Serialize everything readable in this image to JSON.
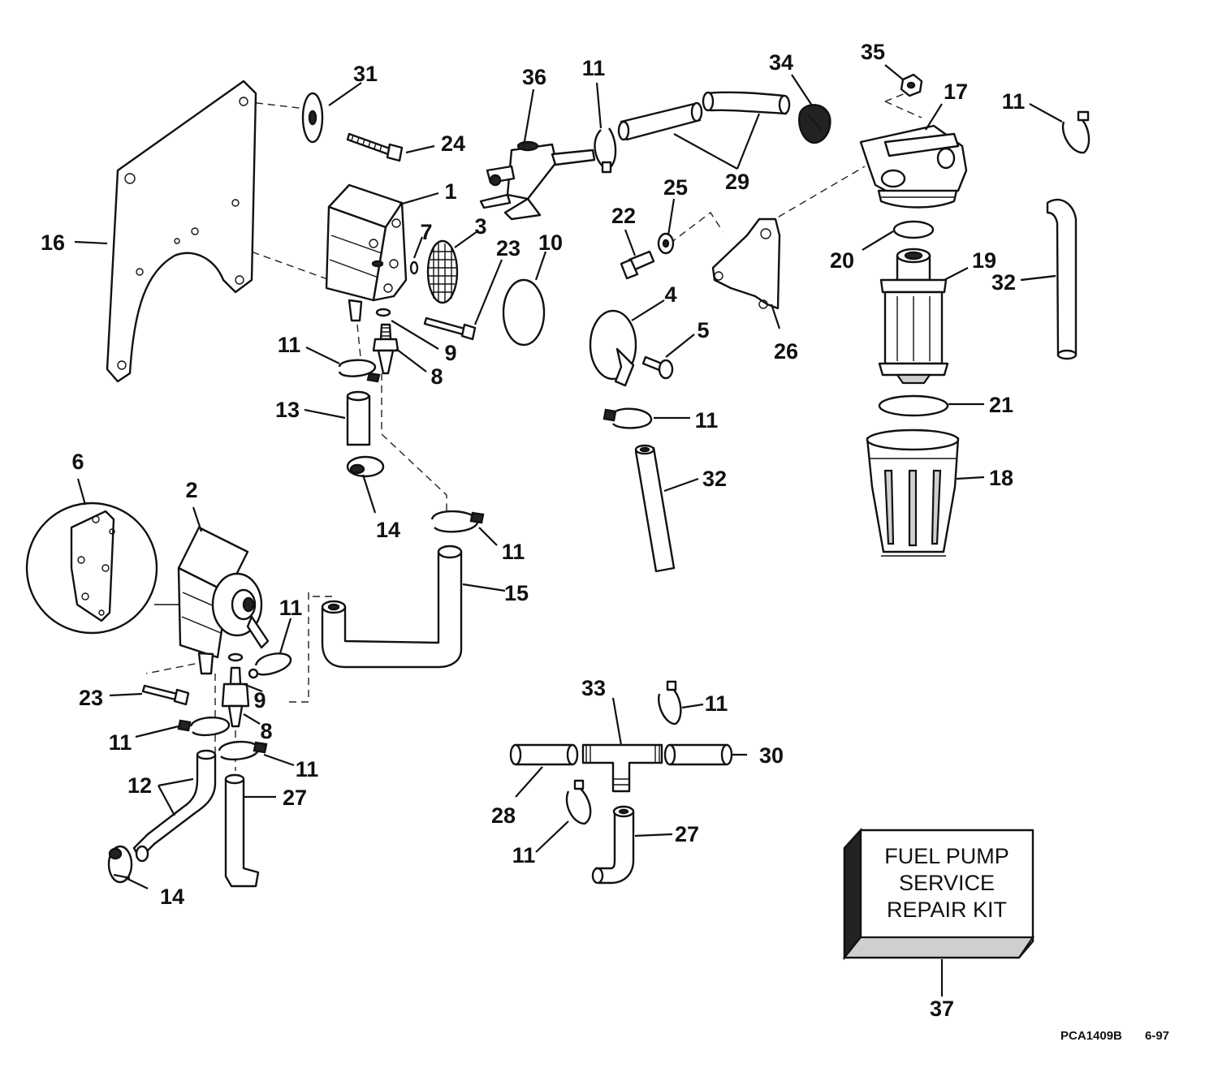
{
  "callouts": {
    "c1": "1",
    "c2": "2",
    "c3": "3",
    "c4": "4",
    "c5": "5",
    "c6": "6",
    "c7": "7",
    "c8": "8",
    "c9": "9",
    "c10": "10",
    "c11": "11",
    "c12": "12",
    "c13": "13",
    "c14": "14",
    "c15": "15",
    "c16": "16",
    "c17": "17",
    "c18": "18",
    "c19": "19",
    "c20": "20",
    "c21": "21",
    "c22": "22",
    "c23": "23",
    "c24": "24",
    "c25": "25",
    "c26": "26",
    "c27": "27",
    "c28": "28",
    "c29": "29",
    "c30": "30",
    "c31": "31",
    "c32": "32",
    "c33": "33",
    "c34": "34",
    "c35": "35",
    "c36": "36",
    "c37": "37"
  },
  "kit_box": {
    "line1": "FUEL PUMP",
    "line2": "SERVICE",
    "line3": "REPAIR KIT"
  },
  "footer": {
    "drawing_id": "PCA1409B",
    "date": "6-97"
  },
  "colors": {
    "ink": "#111111",
    "paper": "#ffffff"
  }
}
